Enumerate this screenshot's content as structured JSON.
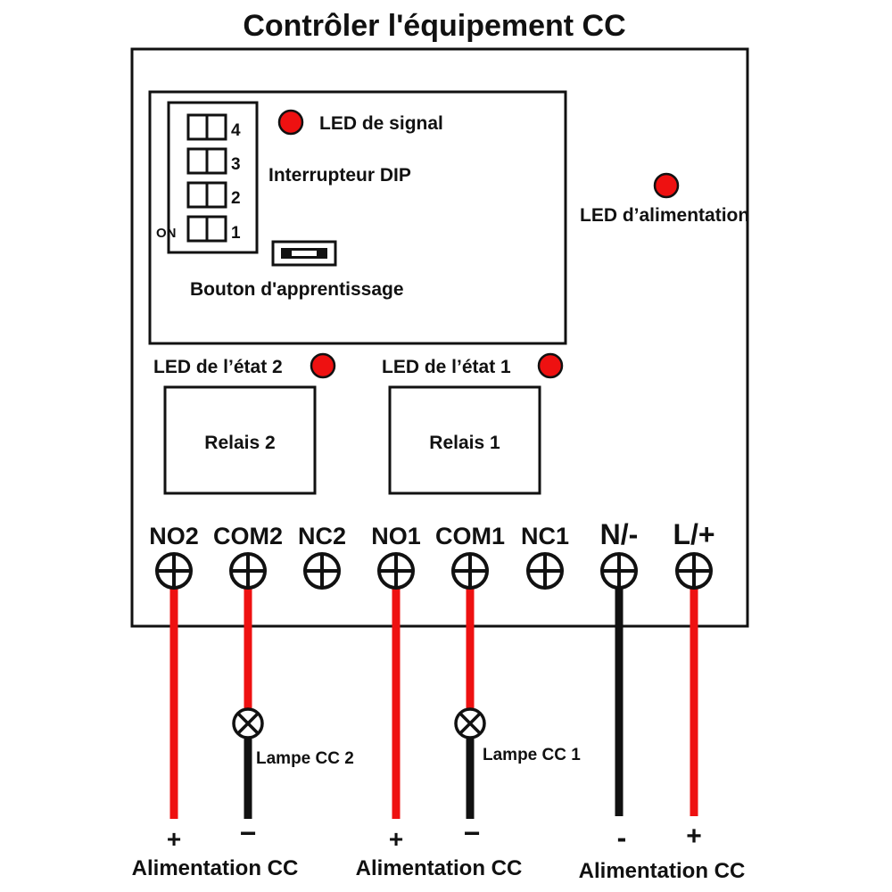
{
  "title": "Contrôler l'équipement CC",
  "module": {
    "signal_led_label": "LED de signal",
    "dip_switch_label": "Interrupteur DIP",
    "dip_positions": [
      "4",
      "3",
      "2",
      "1"
    ],
    "dip_on_label": "ON",
    "learn_button_label": "Bouton d'apprentissage",
    "power_led_label": "LED d’alimentation"
  },
  "relays": [
    {
      "status_led_label": "LED de l’état 2",
      "label": "Relais 2"
    },
    {
      "status_led_label": "LED de l’état 1",
      "label": "Relais 1"
    }
  ],
  "terminals": [
    "NO2",
    "COM2",
    "NC2",
    "NO1",
    "COM1",
    "NC1",
    "N/-",
    "L/+"
  ],
  "lamps": [
    "Lampe CC 2",
    "Lampe CC 1"
  ],
  "supplies": [
    {
      "polarity_left": "+",
      "polarity_right": "−",
      "label": "Alimentation CC"
    },
    {
      "polarity_left": "+",
      "polarity_right": "−",
      "label": "Alimentation CC"
    },
    {
      "polarity_left": "-",
      "polarity_right": "+",
      "label": "Alimentation CC"
    }
  ],
  "colors": {
    "led": "#ee1111",
    "wire_positive": "#ee1111",
    "wire_negative": "#111111",
    "outline": "#111111"
  }
}
